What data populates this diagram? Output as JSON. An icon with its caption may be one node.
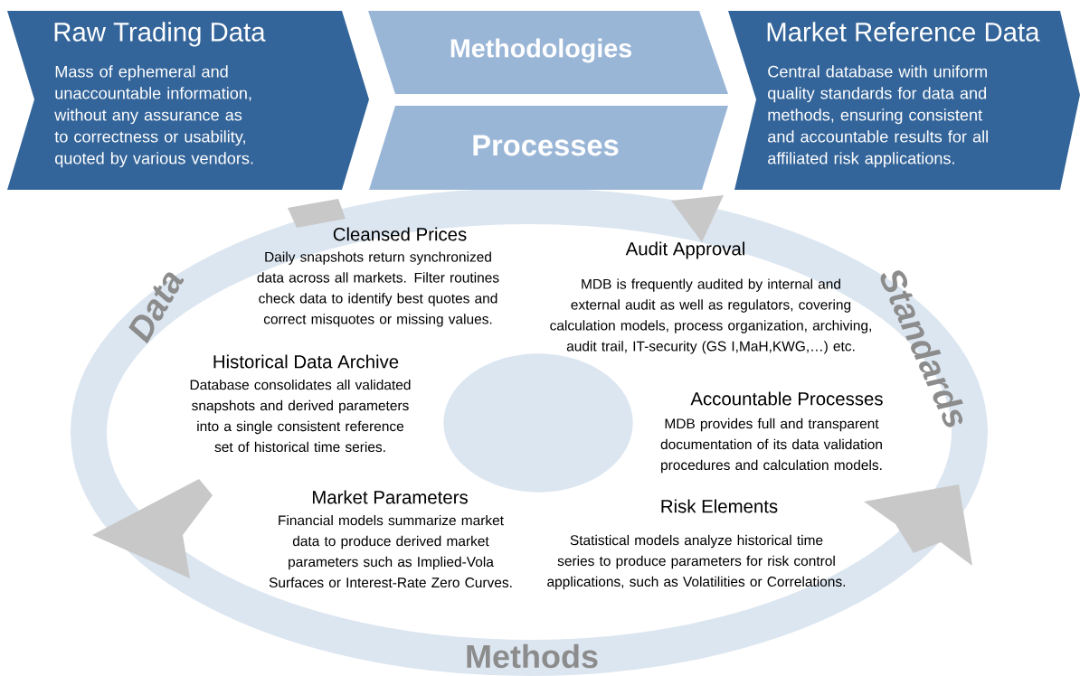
{
  "diagram": {
    "nodes": [
      {
        "text": [
          "Raw Trading Data",
          "Mass of ephemeral and unaccountable information, without any assurance as to correctness or usability, quoted by various vendors."
        ]
      },
      {
        "text": [
          "Methodologies"
        ]
      },
      {
        "text": [
          "Processes"
        ]
      },
      {
        "text": [
          "Market Reference Data",
          "Central database with uniform quality standards for data and methods, ensuring consistent and accountable results for all affiliated risk applications."
        ]
      },
      {
        "text": [],
        "shape": "ellipse"
      }
    ],
    "labels": [
      "Data",
      "Cleansed Prices",
      "Daily snapshots return synchronized data across all markets. Filter routines check data to identify best quotes and correct misquotes or missing values.",
      "Audit Approval",
      "MDB is frequently audited by internal and external audit as well as regulators, covering calculation models, process organization, archiving, audit trail, IT-security (GS I,MaH,KWG,…) etc.",
      "Standards",
      "Historical Data Archive",
      "Database consolidates all validated snapshots and derived parameters into a single consistent reference set of historical time series.",
      "Accountable Processes",
      "MDB provides full and transparent documentation of its data validation procedures and calculation models.",
      "Market Parameters",
      "Financial models summarize market data to produce derived market parameters such as Implied-Vola Surfaces or Interest-Rate Zero Curves.",
      "Risk Elements",
      "Statistical models analyze historical time series to produce parameters for risk control applications, such as Volatilities or Correlations.",
      "Methods"
    ]
  }
}
